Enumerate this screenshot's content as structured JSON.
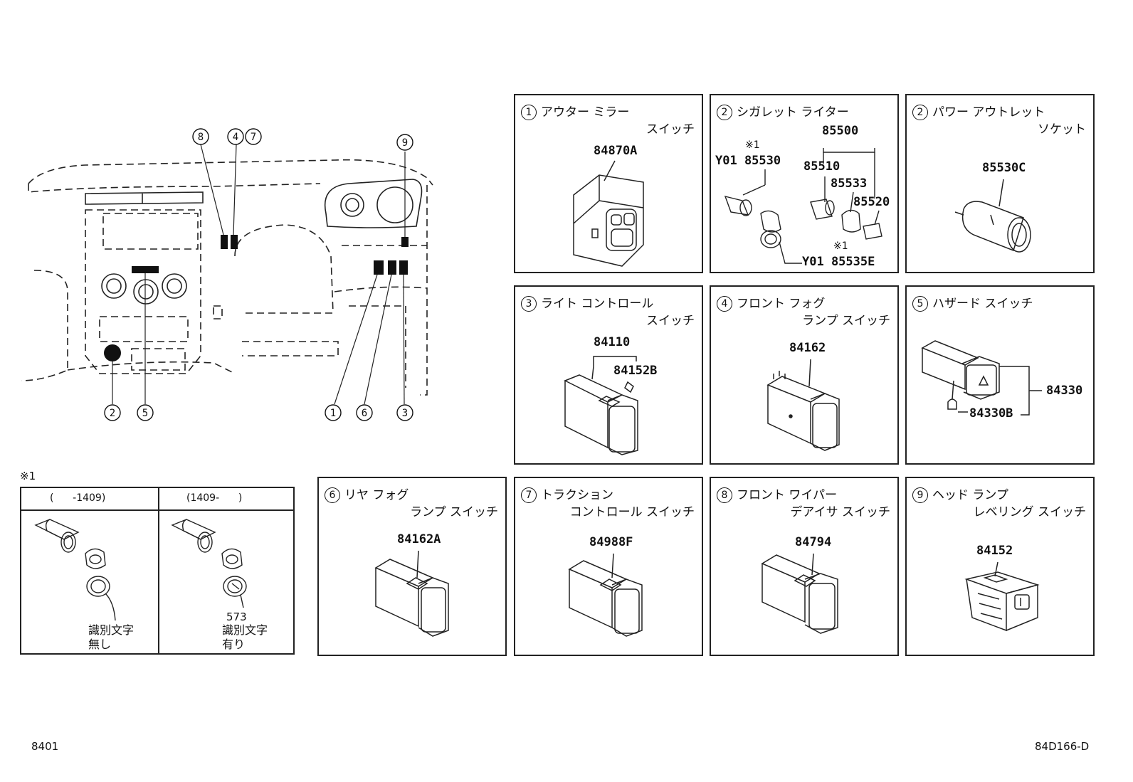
{
  "overview": {
    "callouts_top": [
      "⑧",
      "④⑦",
      "⑨"
    ],
    "callouts_bottom": [
      "②",
      "⑤",
      "①",
      "⑥",
      "③"
    ]
  },
  "boxes": [
    {
      "num": "①",
      "line1": "アウター ミラー",
      "line2": "スイッチ",
      "parts": [
        "84870A"
      ]
    },
    {
      "num": "②",
      "line1": "シガレット ライター",
      "line2": "",
      "parts": [
        "85500",
        "※1",
        "Y01 85530",
        "85510",
        "85533",
        "85520",
        "※1",
        "Y01 85535E"
      ]
    },
    {
      "num": "②",
      "line1": "パワー アウトレット",
      "line2": "ソケット",
      "parts": [
        "85530C"
      ]
    },
    {
      "num": "③",
      "line1": "ライト コントロール",
      "line2": "スイッチ",
      "parts": [
        "84110",
        "84152B"
      ]
    },
    {
      "num": "④",
      "line1": "フロント フォグ",
      "line2": "ランプ スイッチ",
      "parts": [
        "84162"
      ]
    },
    {
      "num": "⑤",
      "line1": "ハザード スイッチ",
      "line2": "",
      "parts": [
        "84330",
        "84330B"
      ]
    },
    {
      "num": "⑥",
      "line1": "リヤ フォグ",
      "line2": "ランプ スイッチ",
      "parts": [
        "84162A"
      ]
    },
    {
      "num": "⑦",
      "line1": "トラクション",
      "line2": "コントロール スイッチ",
      "parts": [
        "84988F"
      ]
    },
    {
      "num": "⑧",
      "line1": "フロント ワイパー",
      "line2": "デアイサ スイッチ",
      "parts": [
        "84794"
      ]
    },
    {
      "num": "⑨",
      "line1": "ヘッド ランプ",
      "line2": "レベリング スイッチ",
      "parts": [
        "84152"
      ]
    }
  ],
  "inset": {
    "mark": "※1",
    "col1_header": "(      -1409)",
    "col2_header": "(1409-      )",
    "col1_note": "識別文字\n無し",
    "col2_code": "573",
    "col2_note": "識別文字\n有り"
  },
  "footer": {
    "left": "8401",
    "right": "84D166-D"
  }
}
